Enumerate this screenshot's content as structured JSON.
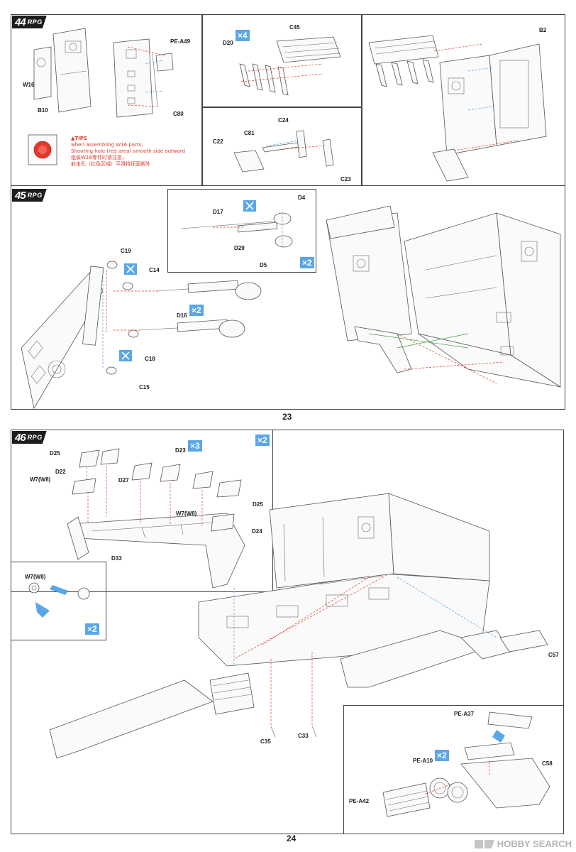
{
  "pages": [
    {
      "page_number": "23",
      "steps": [
        {
          "number": "44",
          "brand": "RPG"
        },
        {
          "number": "45",
          "brand": "RPG"
        }
      ]
    },
    {
      "page_number": "24",
      "steps": [
        {
          "number": "46",
          "brand": "RPG"
        }
      ]
    }
  ],
  "step44": {
    "labels": {
      "w16": "W16",
      "b10": "B10",
      "pe_a49": "PE-A49",
      "c80": "C80",
      "d20": "D20",
      "c45": "C45",
      "b2": "B2",
      "c24": "C24",
      "c81": "C81",
      "c22": "C22",
      "c23": "C23"
    },
    "multipliers": {
      "d20": "×4"
    },
    "tips": {
      "heading": "▲TIPS",
      "line1": "when assembling W16 parts,",
      "line2": "Shooting hole (red area) smooth side outward",
      "line3": "组装W16零件时请注意，",
      "line4": "射击孔（红色区域）平滑特征面朝外"
    }
  },
  "step45": {
    "labels": {
      "d17": "D17",
      "d4": "D4",
      "d29": "D29",
      "d5": "D5",
      "c19": "C19",
      "c14": "C14",
      "d16": "D16",
      "c18": "C18",
      "c15": "C15"
    },
    "multipliers": {
      "inset": "×2",
      "d16": "×2"
    }
  },
  "step46": {
    "labels": {
      "d25a": "D25",
      "d23": "D23",
      "d22": "D22",
      "w7a": "W7(W8)",
      "d27": "D27",
      "w7b": "W7(W8)",
      "d24": "D24",
      "d25b": "D25",
      "d33": "D33",
      "w7c": "W7(W8)",
      "c57": "C57",
      "c35": "C35",
      "c33": "C33",
      "pe_a37": "PE-A37",
      "pe_a10": "PE-A10",
      "c58": "C58",
      "pe_a42": "PE-A42"
    },
    "multipliers": {
      "d23": "×3",
      "step": "×2",
      "w7_inset": "×2",
      "pe_a10": "×2"
    }
  },
  "watermark": {
    "text": "HOBBY SEARCH",
    "icon": "hobby-search-logo-icon"
  },
  "colors": {
    "accent_blue": "#5aa6e8",
    "tips_red": "#e0392b",
    "step_badge": "#1d1d1d"
  }
}
